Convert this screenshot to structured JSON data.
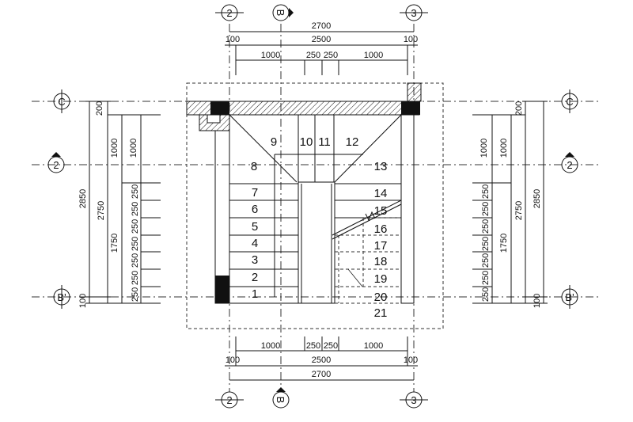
{
  "title": "Staircase floor plan",
  "grid_bubbles": {
    "top": [
      "2",
      "B",
      "3"
    ],
    "bottom": [
      "2",
      "B",
      "3"
    ],
    "left": [
      "C",
      "2",
      "B'"
    ],
    "right": [
      "C",
      "2",
      "B'"
    ]
  },
  "top_dims": {
    "overall": "2700",
    "inner": "2500",
    "edge_left": "100",
    "edge_right": "100",
    "segments": [
      "1000",
      "250",
      "250",
      "1000"
    ]
  },
  "bottom_dims": {
    "overall": "2700",
    "inner": "2500",
    "edge_left": "100",
    "edge_right": "100",
    "segments": [
      "1000",
      "250",
      "250",
      "1000"
    ]
  },
  "left_dims": {
    "overall": "2850",
    "total": "2750",
    "top_offset": "200",
    "bottom_offset": "100",
    "upper_a": "1000",
    "upper_b": "1000",
    "lower": "1750",
    "treads": [
      "250",
      "250",
      "250",
      "250",
      "250",
      "250",
      "250"
    ]
  },
  "right_dims": {
    "overall": "2850",
    "total": "2750",
    "top_offset": "200",
    "bottom_offset": "100",
    "upper_a": "1000",
    "upper_b": "1000",
    "lower": "1750",
    "treads": [
      "250",
      "250",
      "250",
      "250",
      "250",
      "250",
      "250"
    ]
  },
  "steps": [
    "1",
    "2",
    "3",
    "4",
    "5",
    "6",
    "7",
    "8",
    "9",
    "10",
    "11",
    "12",
    "13",
    "14",
    "15",
    "16",
    "17",
    "18",
    "19",
    "20",
    "21"
  ]
}
